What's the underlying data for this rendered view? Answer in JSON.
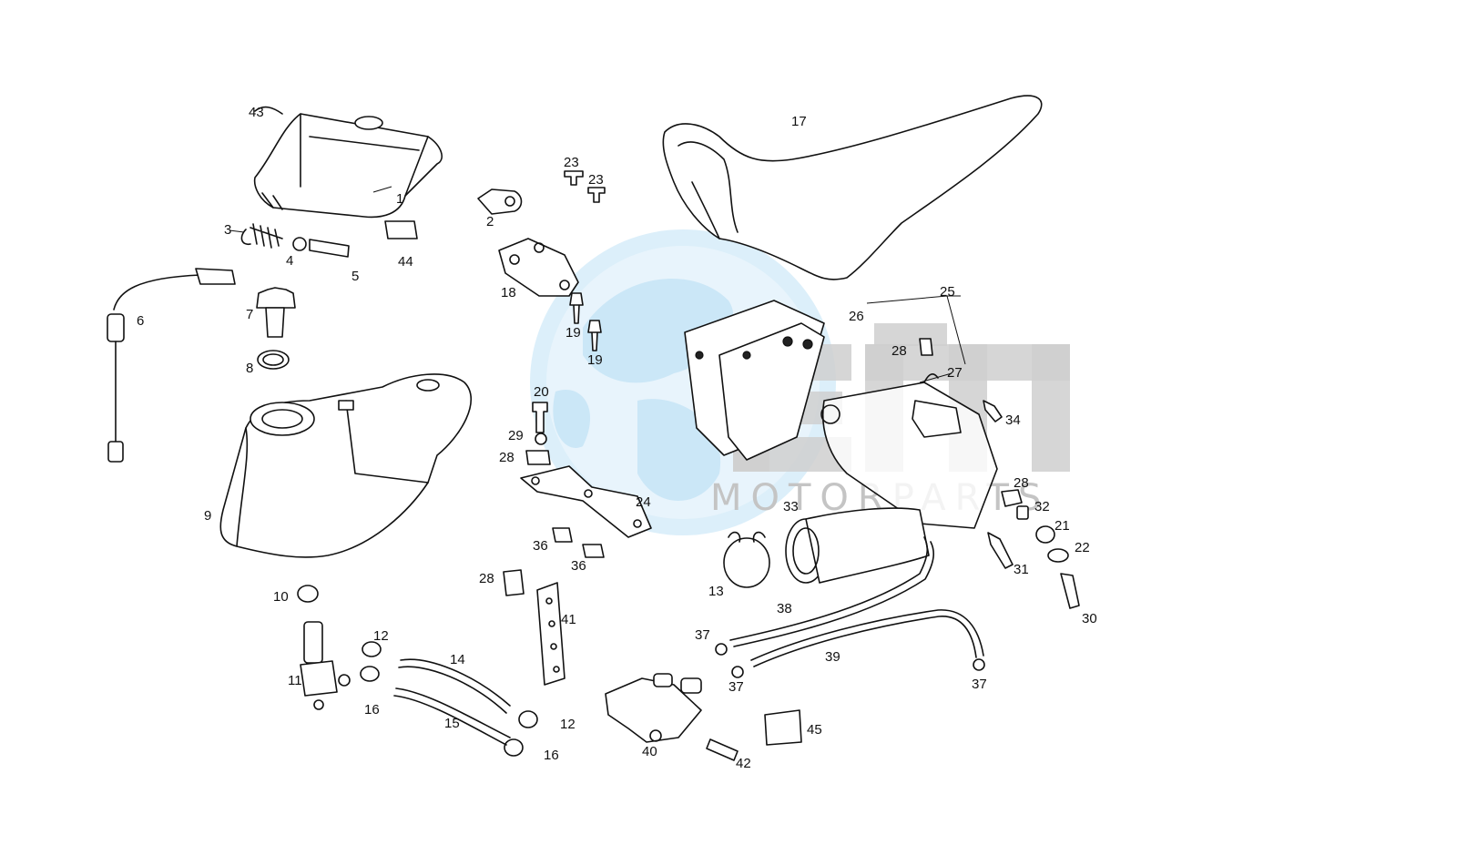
{
  "watermark": {
    "brand_initials": "EM",
    "brand_text": "MOTORPARTS",
    "globe_color": "#bfe1f5",
    "block_color": "#cfcfcf"
  },
  "callouts": [
    {
      "id": "c43",
      "label": "43"
    },
    {
      "id": "c1",
      "label": "1"
    },
    {
      "id": "c3",
      "label": "3"
    },
    {
      "id": "c4",
      "label": "4"
    },
    {
      "id": "c5",
      "label": "5"
    },
    {
      "id": "c44",
      "label": "44"
    },
    {
      "id": "c6",
      "label": "6"
    },
    {
      "id": "c7",
      "label": "7"
    },
    {
      "id": "c8",
      "label": "8"
    },
    {
      "id": "c9",
      "label": "9"
    },
    {
      "id": "c10",
      "label": "10"
    },
    {
      "id": "c11",
      "label": "11"
    },
    {
      "id": "c12a",
      "label": "12"
    },
    {
      "id": "c16a",
      "label": "16"
    },
    {
      "id": "c14",
      "label": "14"
    },
    {
      "id": "c15",
      "label": "15"
    },
    {
      "id": "c12b",
      "label": "12"
    },
    {
      "id": "c16b",
      "label": "16"
    },
    {
      "id": "c2",
      "label": "2"
    },
    {
      "id": "c23a",
      "label": "23"
    },
    {
      "id": "c23b",
      "label": "23"
    },
    {
      "id": "c18",
      "label": "18"
    },
    {
      "id": "c19a",
      "label": "19"
    },
    {
      "id": "c19b",
      "label": "19"
    },
    {
      "id": "c20",
      "label": "20"
    },
    {
      "id": "c29",
      "label": "29"
    },
    {
      "id": "c28a",
      "label": "28"
    },
    {
      "id": "c24",
      "label": "24"
    },
    {
      "id": "c36a",
      "label": "36"
    },
    {
      "id": "c36b",
      "label": "36"
    },
    {
      "id": "c28b",
      "label": "28"
    },
    {
      "id": "c41",
      "label": "41"
    },
    {
      "id": "c17",
      "label": "17"
    },
    {
      "id": "c25",
      "label": "25"
    },
    {
      "id": "c26",
      "label": "26"
    },
    {
      "id": "c28c",
      "label": "28"
    },
    {
      "id": "c27",
      "label": "27"
    },
    {
      "id": "c34",
      "label": "34"
    },
    {
      "id": "c28d",
      "label": "28"
    },
    {
      "id": "c32",
      "label": "32"
    },
    {
      "id": "c21",
      "label": "21"
    },
    {
      "id": "c22",
      "label": "22"
    },
    {
      "id": "c31",
      "label": "31"
    },
    {
      "id": "c30",
      "label": "30"
    },
    {
      "id": "c33",
      "label": "33"
    },
    {
      "id": "c13",
      "label": "13"
    },
    {
      "id": "c38",
      "label": "38"
    },
    {
      "id": "c39",
      "label": "39"
    },
    {
      "id": "c37a",
      "label": "37"
    },
    {
      "id": "c37b",
      "label": "37"
    },
    {
      "id": "c37c",
      "label": "37"
    },
    {
      "id": "c40",
      "label": "40"
    },
    {
      "id": "c45",
      "label": "45"
    },
    {
      "id": "c42",
      "label": "42"
    }
  ]
}
